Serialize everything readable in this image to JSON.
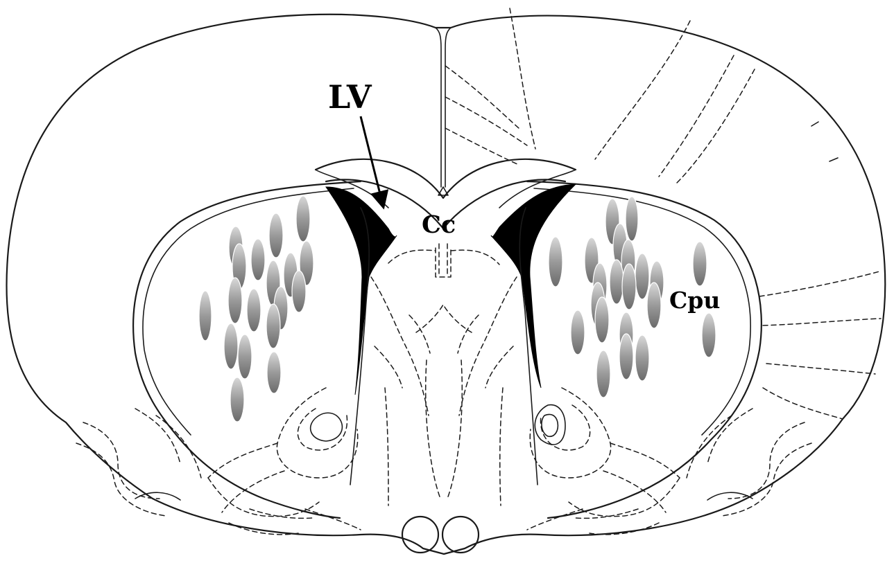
{
  "labels": {
    "lateral_ventricle": "LV",
    "corpus_callosum": "Cc",
    "caudate_putamen": "Cpu"
  },
  "colors": {
    "outline": "#1a1a1a",
    "ventricle": "#000000",
    "lesion_dark": "#6e6e6e",
    "lesion_light": "#d6d6d6"
  }
}
